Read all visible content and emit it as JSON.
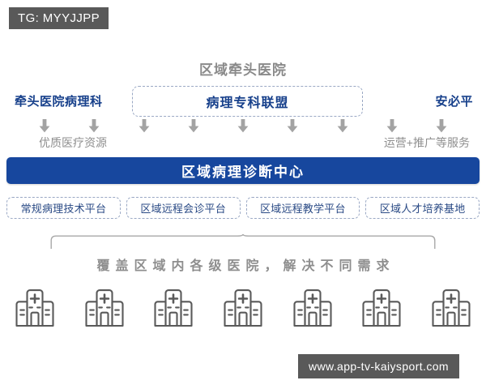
{
  "watermarks": {
    "top": "TG: MYYJJPP",
    "bottom": "www.app-tv-kaiysport.com"
  },
  "colors": {
    "brand_blue": "#17479E",
    "navy_text": "#17408B",
    "gray_text": "#8E8E8E",
    "dashed_border": "#9AA8C4",
    "icon_gray": "#5A5A5A",
    "watermark_bg": "#595959"
  },
  "section": {
    "title": "区域牵头医院"
  },
  "partners": {
    "left_label": "牵头医院病理科",
    "alliance_label": "病理专科联盟",
    "right_label": "安必平"
  },
  "flow": {
    "arrow_count": 9,
    "arrow_icon": "arrow-down-icon",
    "left_caption": "优质医疗资源",
    "right_caption": "运营+推广等服务"
  },
  "center": {
    "bar_label": "区域病理诊断中心"
  },
  "platforms": [
    {
      "label": "常规病理技术平台"
    },
    {
      "label": "区域远程会诊平台"
    },
    {
      "label": "区域远程教学平台"
    },
    {
      "label": "区域人才培养基地"
    }
  ],
  "footer": {
    "tagline": "覆盖区域内各级医院，解决不同需求",
    "hospital_count": 7,
    "hospital_icon": "hospital-icon"
  }
}
